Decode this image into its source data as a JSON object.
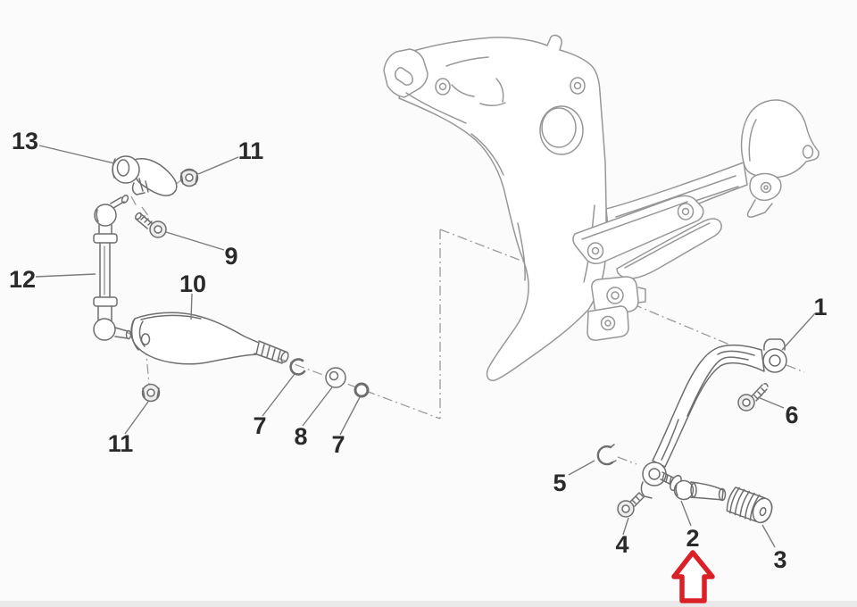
{
  "figure": {
    "type": "exploded-parts-diagram",
    "description": "Line drawing of a gear shift lever linkage and footrest frame bracket with numbered part callouts; a red arrow highlights part 2"
  },
  "callouts": [
    {
      "n": "1"
    },
    {
      "n": "2"
    },
    {
      "n": "3"
    },
    {
      "n": "4"
    },
    {
      "n": "5"
    },
    {
      "n": "6"
    },
    {
      "n": "7"
    },
    {
      "n": "7"
    },
    {
      "n": "8"
    },
    {
      "n": "9"
    },
    {
      "n": "10"
    },
    {
      "n": "11"
    },
    {
      "n": "11"
    },
    {
      "n": "12"
    },
    {
      "n": "13"
    }
  ],
  "highlight_arrow": {
    "target_callout": "2",
    "direction": "up",
    "color": "#da2128",
    "fill": "#ffffff"
  },
  "colors": {
    "background": "#fbfbfb",
    "frame_line": "#979797",
    "part_line": "#6e6e6e",
    "part_fill": "#ffffff",
    "metal_fill": "#ececec",
    "label_text": "#2a2a2a",
    "leader_line": "#7c7c7c",
    "dash_line": "#9a9a9a",
    "bottom_strip": "#e9e9e9"
  }
}
